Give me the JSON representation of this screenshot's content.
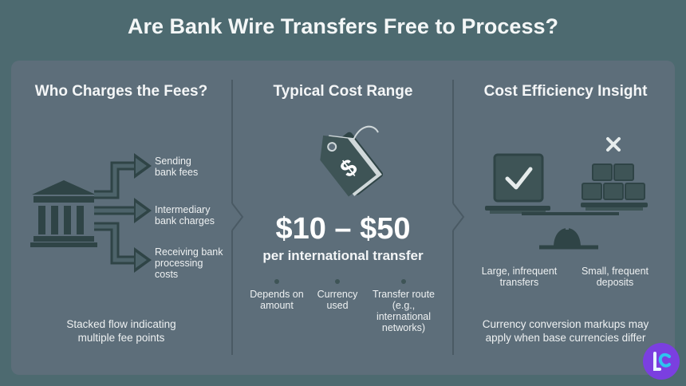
{
  "title": "Are Bank Wire Transfers Free to Process?",
  "columns": [
    {
      "heading": "Who Charges the Fees?",
      "icon": "bank-icon",
      "flows": [
        {
          "line1": "Sending",
          "line2": "bank fees"
        },
        {
          "line1": "Intermediary",
          "line2": "bank charges"
        },
        {
          "line1": "Receiving bank",
          "line2": "processing",
          "line3": "costs"
        }
      ],
      "footer": {
        "line1": "Stacked flow indicating",
        "line2": "multiple fee points"
      }
    },
    {
      "heading": "Typical Cost Range",
      "icon": "price-tag-icon",
      "range": "$10 – $50",
      "range_sub": "per international transfer",
      "factors": [
        {
          "line1": "Depends on",
          "line2": "amount"
        },
        {
          "line1": "Currency",
          "line2": "used"
        },
        {
          "line1": "Transfer route",
          "line2": "(e.g., international",
          "line3": "networks)"
        }
      ]
    },
    {
      "heading": "Cost Efficiency Insight",
      "icon": "balance-scale-icon",
      "left_label": {
        "line1": "Large, infrequent",
        "line2": "transfers"
      },
      "right_label": {
        "line1": "Small, frequent",
        "line2": "deposits"
      },
      "footer": {
        "line1": "Currency conversion markups may",
        "line2": "apply when base currencies differ"
      }
    }
  ],
  "colors": {
    "background": "#4d6a70",
    "panel": "#5d6e7a",
    "icon_fill": "#3e5456",
    "logo": "#7b3fe0"
  }
}
